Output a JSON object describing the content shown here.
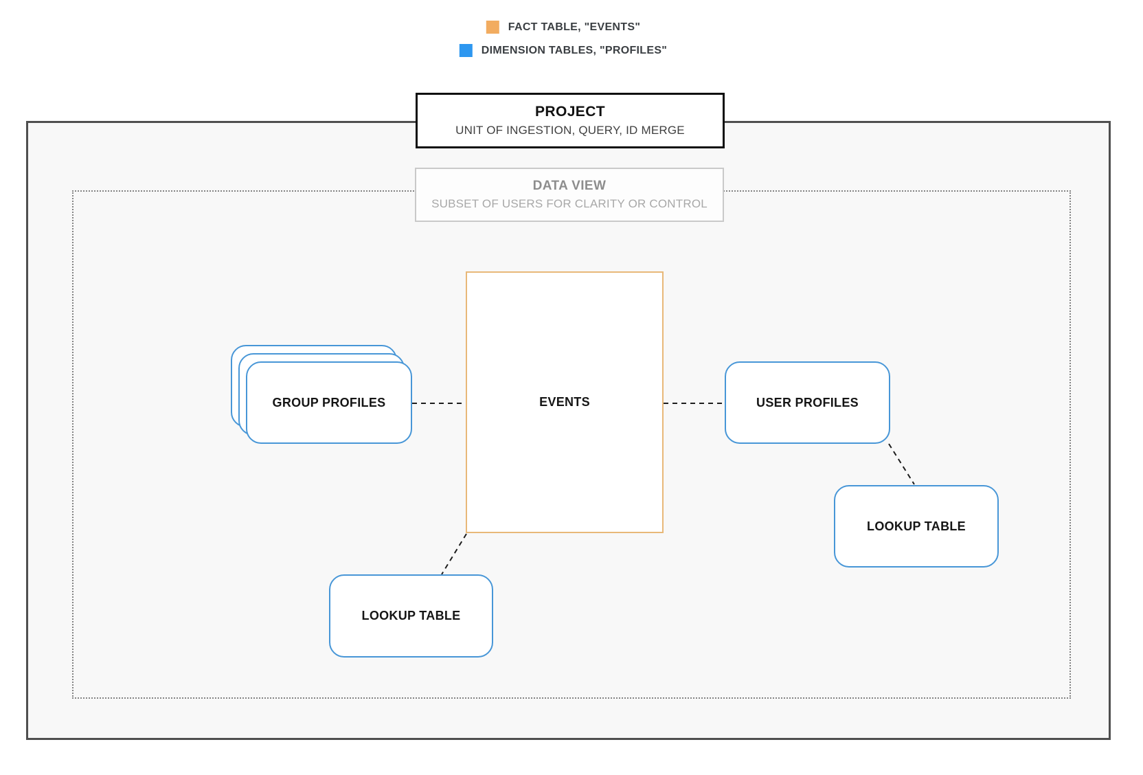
{
  "legend": {
    "items": [
      {
        "name": "fact-table",
        "label": "FACT TABLE, \"EVENTS\"",
        "color": "#f2ac60"
      },
      {
        "name": "dimension-tables",
        "label": "DIMENSION TABLES, \"PROFILES\"",
        "color": "#2d97f0"
      }
    ]
  },
  "project": {
    "title": "PROJECT",
    "subtitle": "UNIT OF INGESTION, QUERY, ID MERGE"
  },
  "data_view": {
    "title": "DATA VIEW",
    "subtitle": "SUBSET OF USERS FOR CLARITY OR CONTROL"
  },
  "nodes": {
    "events": {
      "label": "EVENTS",
      "type": "fact",
      "border_color": "#e8b878"
    },
    "group_profiles": {
      "label": "GROUP PROFILES",
      "type": "dimension",
      "stacked_count": 3,
      "border_color": "#4796d7"
    },
    "user_profiles": {
      "label": "USER PROFILES",
      "type": "dimension",
      "border_color": "#4796d7"
    },
    "lookup_table_left": {
      "label": "LOOKUP TABLE",
      "type": "dimension",
      "border_color": "#4796d7"
    },
    "lookup_table_right": {
      "label": "LOOKUP TABLE",
      "type": "dimension",
      "border_color": "#4796d7"
    }
  },
  "connections": [
    {
      "from": "group_profiles",
      "to": "events",
      "style": "dashed"
    },
    {
      "from": "events",
      "to": "user_profiles",
      "style": "dashed"
    },
    {
      "from": "events",
      "to": "lookup_table_left",
      "style": "dashed"
    },
    {
      "from": "user_profiles",
      "to": "lookup_table_right",
      "style": "dashed"
    }
  ],
  "colors": {
    "fact_accent": "#f2ac60",
    "dimension_accent": "#2d97f0",
    "boundary_solid": "#4f4f4f",
    "boundary_dotted": "#828282",
    "canvas_fill": "#f8f8f8"
  }
}
